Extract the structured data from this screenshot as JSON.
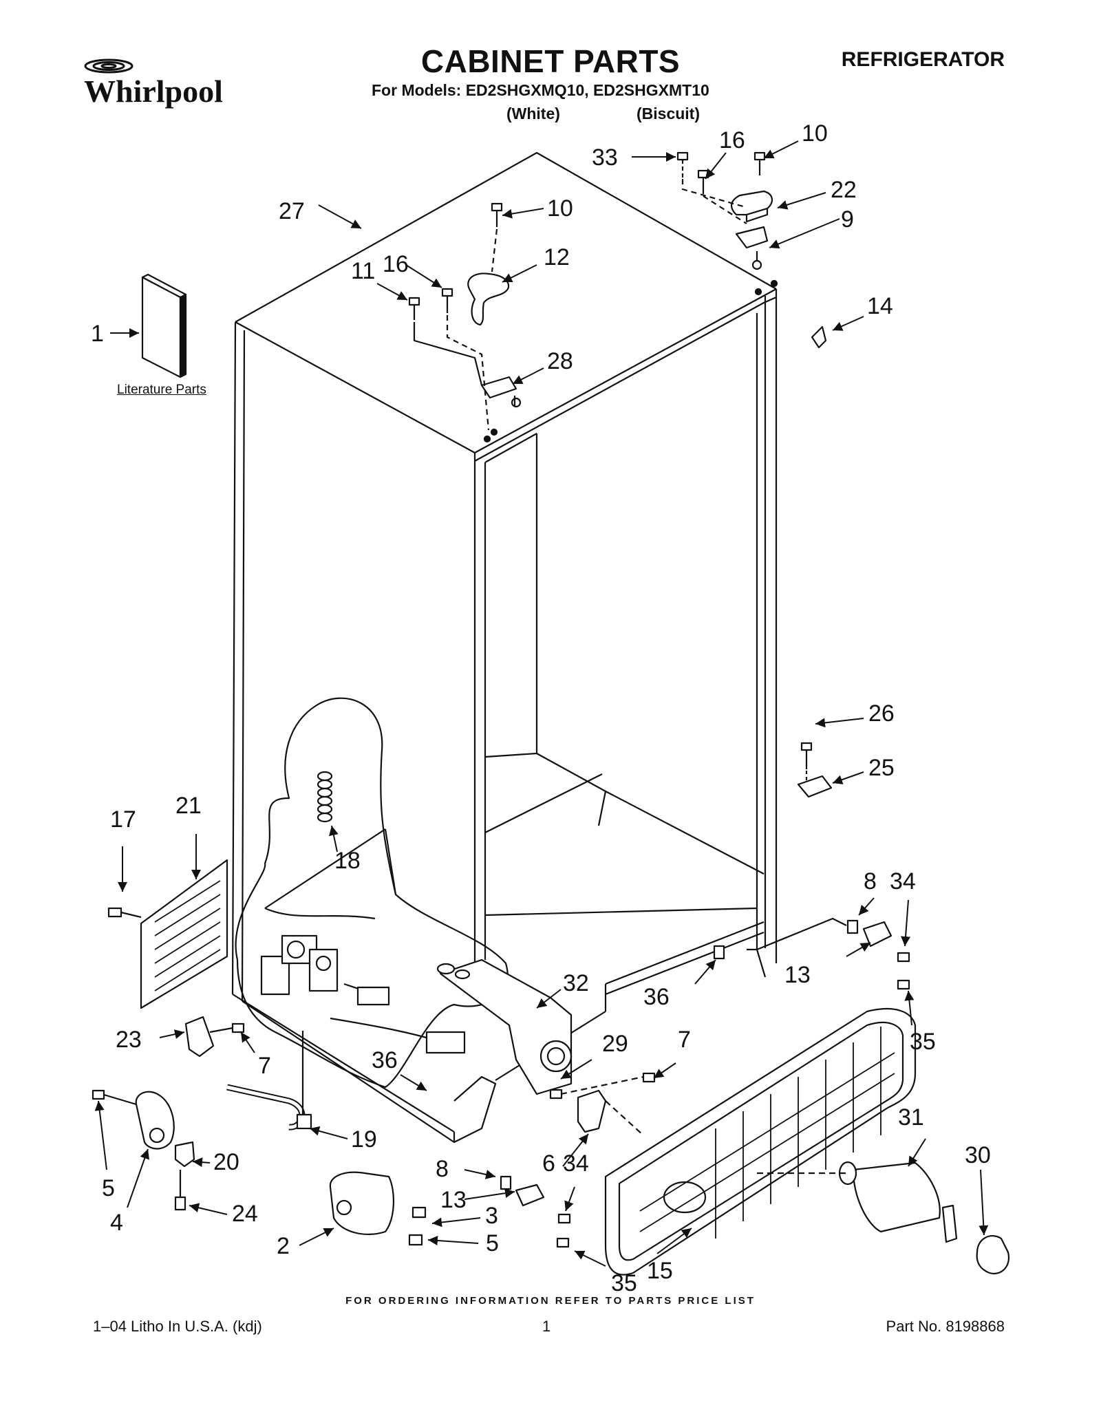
{
  "header": {
    "brand": "Whirlpool",
    "title": "CABINET PARTS",
    "category": "REFRIGERATOR",
    "models_line": "For Models: ED2SHGXMQ10, ED2SHGXMT10",
    "variant_white": "(White)",
    "variant_biscuit": "(Biscuit)"
  },
  "literature_label": "Literature Parts",
  "callouts": [
    "1",
    "27",
    "11",
    "16",
    "10",
    "12",
    "28",
    "33",
    "16",
    "10",
    "22",
    "9",
    "14",
    "26",
    "25",
    "17",
    "21",
    "18",
    "8",
    "34",
    "13",
    "36",
    "32",
    "35",
    "23",
    "7",
    "36",
    "29",
    "7",
    "31",
    "30",
    "19",
    "5",
    "20",
    "4",
    "24",
    "8",
    "13",
    "3",
    "6",
    "34",
    "2",
    "5",
    "15",
    "35"
  ],
  "footer": {
    "ordering": "FOR ORDERING INFORMATION REFER TO PARTS PRICE LIST",
    "litho": "1–04 Litho In U.S.A. (kdj)",
    "page": "1",
    "part_no": "Part No. 8198868"
  }
}
